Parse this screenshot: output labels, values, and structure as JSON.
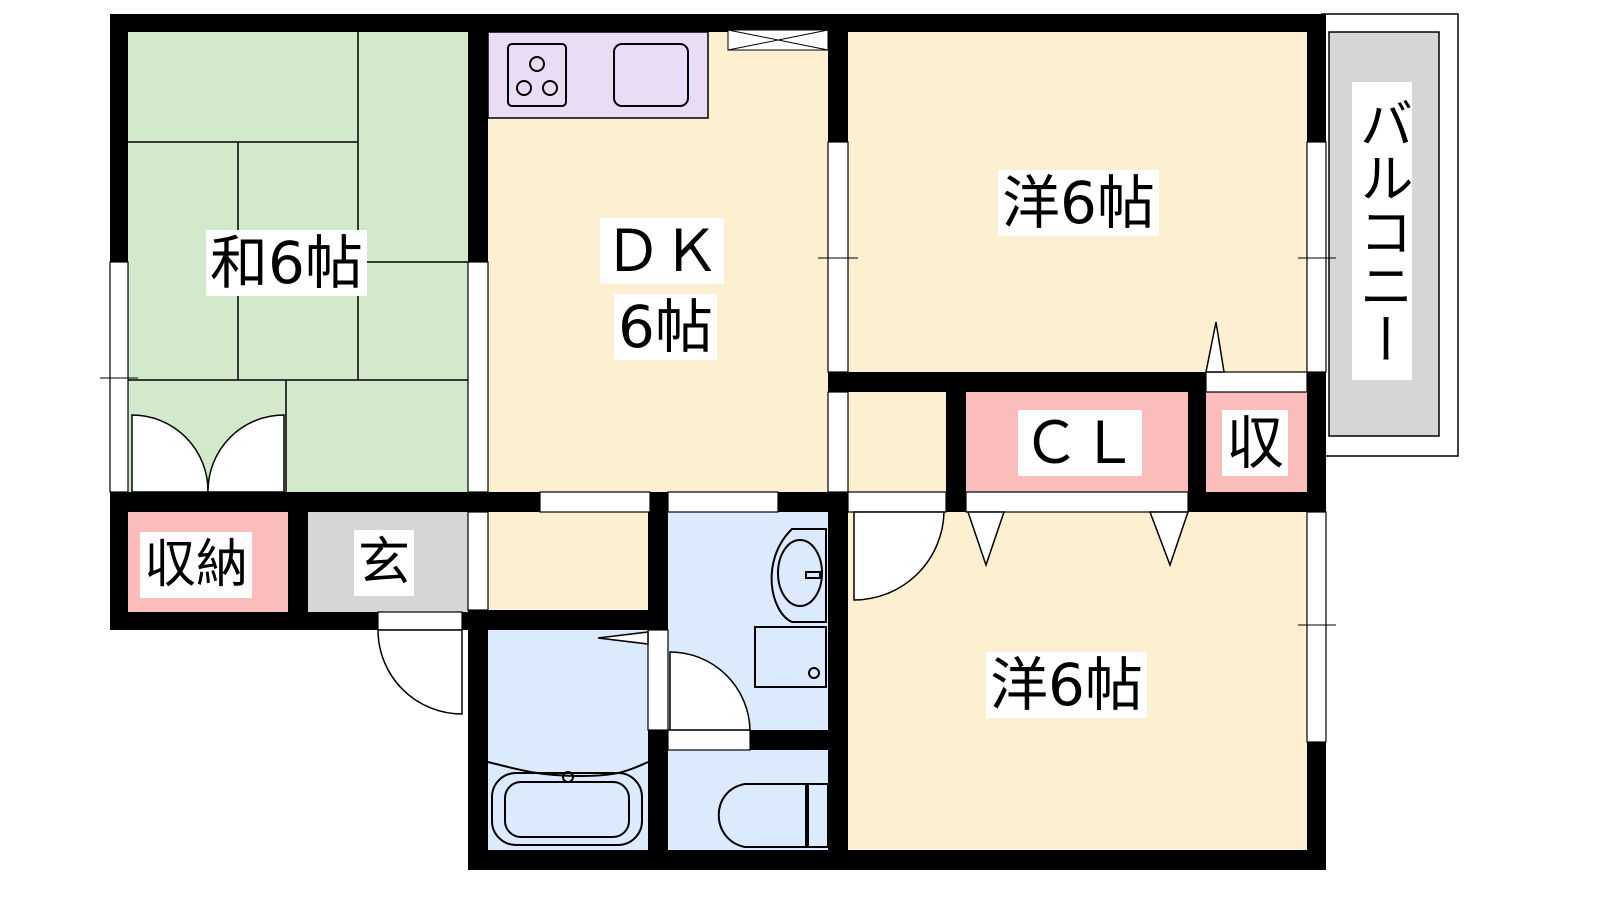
{
  "rooms": {
    "washitsu": "和6帖",
    "dk_top": "ＤＫ",
    "dk_bottom": "6帖",
    "western_top": "洋6帖",
    "western_bottom": "洋6帖",
    "closet": "ＣＬ",
    "storage_small": "収",
    "storage": "収納",
    "entrance": "玄",
    "balcony": "バルコニー"
  },
  "colors": {
    "tatami": "#d2e9cc",
    "floor": "#fdf0d0",
    "kitchen": "#eadcf5",
    "storage": "#fbbcbc",
    "entrance": "#d6d6d6",
    "wet": "#dbeafd"
  }
}
